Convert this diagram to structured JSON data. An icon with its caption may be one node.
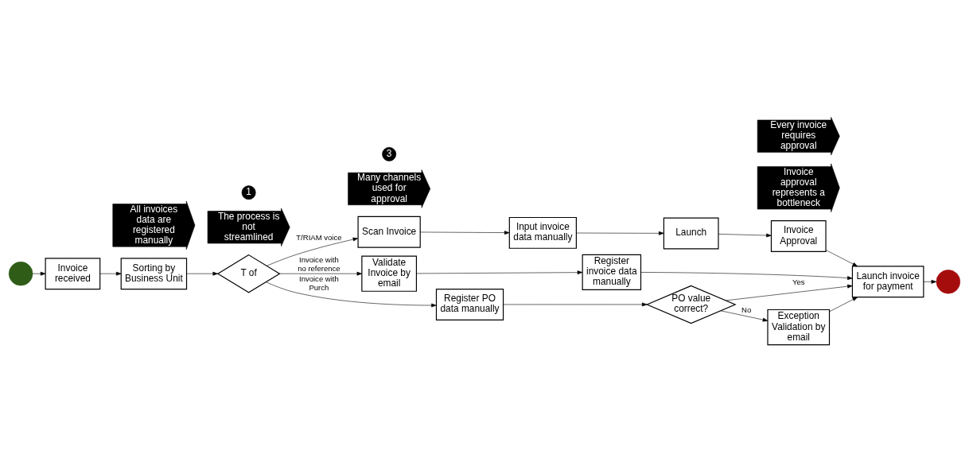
{
  "diagram": {
    "nodes": [
      {
        "text": [
          "Invoice received"
        ]
      },
      {
        "text": [
          "Sorting by Business Unit"
        ]
      },
      {
        "text": [
          "T of"
        ]
      },
      {
        "text": [
          "Scan Invoice"
        ]
      },
      {
        "text": [
          "Input invoice data manually"
        ]
      },
      {
        "text": [
          "Launch"
        ]
      },
      {
        "text": [
          "Invoice Approval"
        ]
      },
      {
        "text": [
          "Validate Invoice by email"
        ]
      },
      {
        "text": [
          "Register invoice data manually"
        ]
      },
      {
        "text": [
          "Launch invoice for payment"
        ]
      },
      {
        "text": [],
        "shape": "circle"
      },
      {
        "text": [],
        "shape": "circle"
      },
      {
        "text": [
          "Register PO data manually"
        ]
      },
      {
        "text": [
          "Exception Validation by email"
        ]
      },
      {
        "text": [
          "PO value correct?"
        ]
      },
      {
        "text": [
          "The process is not streamlined"
        ]
      },
      {
        "text": [
          "All invoices data are registered manually"
        ]
      },
      {
        "text": [
          "Invoice approval represents a bottleneck"
        ]
      },
      {
        "text": [
          "Every invoice requires approval"
        ]
      },
      {
        "text": [
          "Many channels used for approval"
        ]
      },
      {
        "text": [
          "1"
        ]
      },
      {
        "text": [
          "3"
        ]
      }
    ],
    "edges": [
      {
        "from": 10,
        "to": 0,
        "arrow": "to"
      },
      {
        "from": 0,
        "to": 1,
        "arrow": "to"
      },
      {
        "from": 1,
        "to": 2,
        "arrow": "to"
      },
      {
        "from": 2,
        "to": 3,
        "arrow": "to",
        "label": "T/RIAM voice"
      },
      {
        "from": 3,
        "to": 4,
        "arrow": "to"
      },
      {
        "from": 4,
        "to": 5,
        "arrow": "to"
      },
      {
        "from": 5,
        "to": 6,
        "arrow": "to"
      },
      {
        "from": 6,
        "to": 9,
        "arrow": "to"
      },
      {
        "from": 2,
        "to": 7,
        "arrow": "to",
        "label": "Invoice with no reference"
      },
      {
        "from": 7,
        "to": 8,
        "arrow": "to"
      },
      {
        "from": 8,
        "to": 9,
        "arrow": "to"
      },
      {
        "from": 9,
        "to": 11,
        "arrow": "to"
      },
      {
        "from": 2,
        "to": 12,
        "arrow": "to",
        "label": "Invoice with Purch"
      },
      {
        "from": 12,
        "to": 14,
        "arrow": "to"
      },
      {
        "from": 14,
        "to": 13,
        "arrow": "to",
        "label": "No"
      },
      {
        "from": 13,
        "to": 9,
        "arrow": "to"
      },
      {
        "from": 14,
        "to": 9,
        "arrow": "to",
        "label": "Yes"
      }
    ]
  }
}
